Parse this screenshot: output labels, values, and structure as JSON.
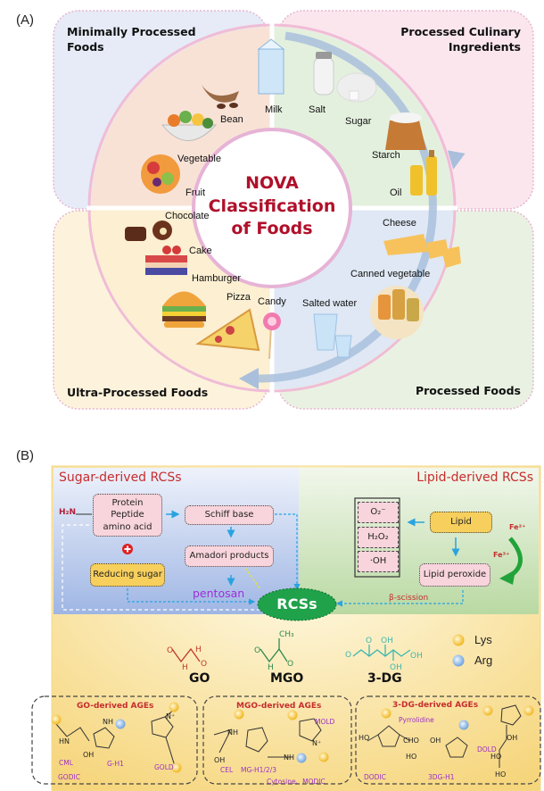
{
  "panel_a": {
    "label": "(A)",
    "center_title": [
      "NOVA",
      "Classification",
      "of Foods"
    ],
    "quadrants": {
      "minimally_processed": {
        "title": [
          "Minimally Processed",
          "Foods"
        ],
        "items": [
          "Milk",
          "Bean",
          "Vegetable",
          "Fruit"
        ]
      },
      "culinary_ingredients": {
        "title": [
          "Processed Culinary",
          "Ingredients"
        ],
        "items": [
          "Salt",
          "Sugar",
          "Starch",
          "Oil"
        ]
      },
      "processed": {
        "title": "Processed Foods",
        "items": [
          "Cheese",
          "Canned vegetable",
          "Salted water"
        ]
      },
      "ultra_processed": {
        "title": "Ultra-Processed Foods",
        "items": [
          "Chocolate",
          "Cake",
          "Hamburger",
          "Pizza",
          "Candy"
        ]
      }
    },
    "colors": {
      "minimally": "#e6ebf7",
      "culinary": "#fbe6ee",
      "processed": "#e9f2e2",
      "ultra": "#fdf3dc",
      "title": "#b0102a"
    }
  },
  "panel_b": {
    "label": "(B)",
    "sugar_title": "Sugar-derived RCSs",
    "lipid_title": "Lipid-derived RCSs",
    "h2n": "H₂N",
    "protein_box": [
      "Protein",
      "Peptide",
      "amino acid"
    ],
    "schiff_base": "Schiff base",
    "amadori": "Amadori products",
    "reducing_sugar": "Reducing sugar",
    "pentosan": "pentosan",
    "rcs": "RCSs",
    "ros": [
      "O₂⁻",
      "H₂O₂",
      "·OH"
    ],
    "lipid": "Lipid",
    "lipid_peroxide": "Lipid peroxide",
    "fe2": "Fe²⁺",
    "fe3": "Fe³⁺",
    "beta_scission": "β-scission",
    "compounds": [
      "GO",
      "MGO",
      "3-DG"
    ],
    "legend": [
      {
        "label": "Lys",
        "color": "#f5c842"
      },
      {
        "label": "Arg",
        "color": "#8ab8e8"
      }
    ],
    "age_groups": [
      {
        "title": "GO-derived AGEs",
        "labels": [
          "CML",
          "GODIC",
          "G-H1",
          "GOLD"
        ]
      },
      {
        "title": "MGO-derived AGEs",
        "labels": [
          "CEL",
          "MG-H1/2/3",
          "Cytosine、MODIC",
          "MOLD"
        ]
      },
      {
        "title": "3-DG-derived AGEs",
        "labels": [
          "Pyrrolidine",
          "DODIC",
          "3DG-H1",
          "DOLD"
        ]
      }
    ]
  }
}
